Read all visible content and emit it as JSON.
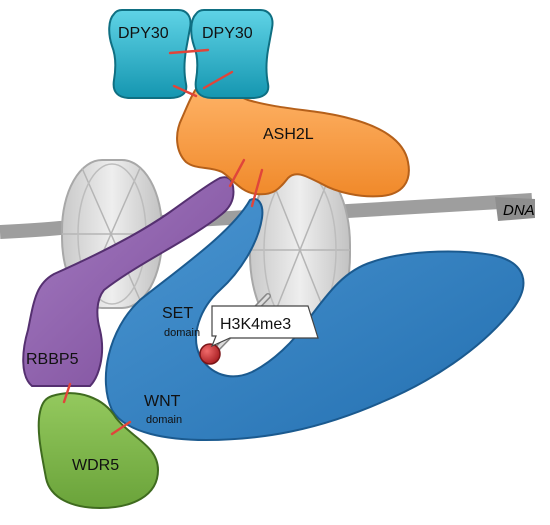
{
  "labels": {
    "dpy30_left": "DPY30",
    "dpy30_right": "DPY30",
    "ash2l": "ASH2L",
    "dna": "DNA",
    "set": "SET",
    "set_domain": "domain",
    "h3k4me3": "H3K4me3",
    "rbbp5": "RBBP5",
    "wnt": "WNT",
    "wnt_domain": "domain",
    "wdr5": "WDR5"
  },
  "colors": {
    "dpy30": "#1fb5cf",
    "ash2l": "#f7943a",
    "rbbp5": "#8a5aa8",
    "mll_set": "#2e7dbf",
    "wdr5": "#7cb545",
    "nucleosome": "#d9d9d9",
    "dna": "#9e9e9e",
    "methyl_mark": "#c0282d",
    "interaction_link": "#e0453a"
  }
}
